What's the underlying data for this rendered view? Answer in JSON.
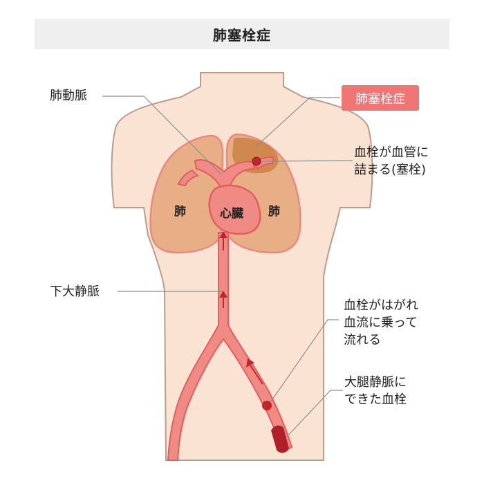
{
  "title": "肺塞栓症",
  "labels": {
    "pulmonary_artery": "肺動脈",
    "condition_badge": "肺塞栓症",
    "clot_blocks_line1": "血栓が血管に",
    "clot_blocks_line2": "詰まる(塞栓)",
    "lung_left": "肺",
    "lung_right": "肺",
    "heart": "心臓",
    "inferior_vena_cava": "下大静脈",
    "clot_travels_line1": "血栓がはがれ",
    "clot_travels_line2": "血流に乗って",
    "clot_travels_line3": "流れる",
    "femoral_clot_line1": "大腿静脈に",
    "femoral_clot_line2": "できた血栓"
  },
  "colors": {
    "skin": "#fbe3d3",
    "skin_outline": "#b89c8c",
    "lung": "#e8ae86",
    "lung_outline": "#e88a80",
    "vessel": "#ef8a84",
    "vessel_outline": "#e25e5e",
    "clot": "#c0272d",
    "embolism_area": "#c77b3a",
    "badge": "#f07575",
    "title_bg": "#efefef"
  }
}
